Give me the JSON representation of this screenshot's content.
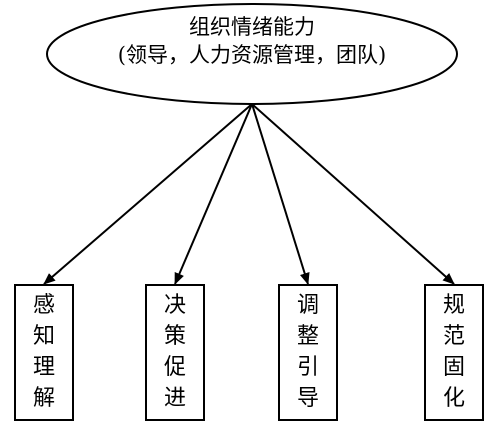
{
  "root": {
    "title": "组织情绪能力",
    "subtitle": "(领导，人力资源管理，团队)"
  },
  "children": [
    {
      "label": "感知理解"
    },
    {
      "label": "决策促进"
    },
    {
      "label": "调整引导"
    },
    {
      "label": "规范固化"
    }
  ],
  "colors": {
    "stroke": "#000000",
    "background": "#ffffff"
  }
}
